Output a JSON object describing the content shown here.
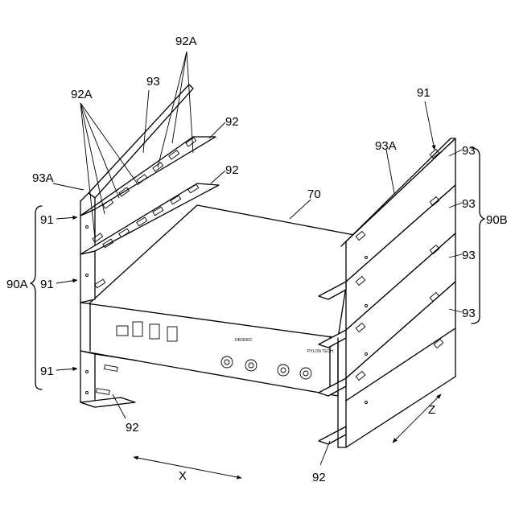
{
  "labels": {
    "l_92A_top": "92A",
    "l_92A_left": "92A",
    "l_93_top": "93",
    "l_92_top1": "92",
    "l_92_top2": "92",
    "l_93A_left": "93A",
    "l_91_right": "91",
    "l_93A_right": "93A",
    "l_70": "70",
    "l_93_r1": "93",
    "l_93_r2": "93",
    "l_93_r3": "93",
    "l_93_r4": "93",
    "l_90B": "90B",
    "l_90A": "90A",
    "l_91_l1": "91",
    "l_91_l2": "91",
    "l_91_l3": "91",
    "l_92_bottom_left": "92",
    "l_92_bottom_right": "92",
    "l_x": "X",
    "l_z": "Z"
  },
  "panel_text": {
    "model": "DB3000C",
    "brand": "PYLON TECH"
  }
}
